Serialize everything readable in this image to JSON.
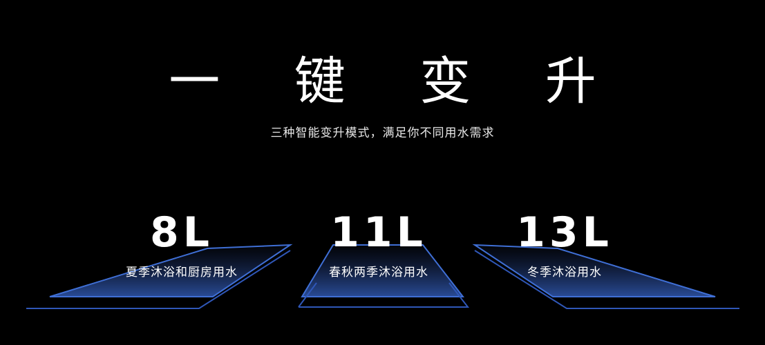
{
  "headline": "一 键 变 升",
  "subtitle": "三种智能变升模式，满足你不同用水需求",
  "modes": [
    {
      "volume": "8L",
      "description": "夏季沐浴和厨房用水"
    },
    {
      "volume": "11L",
      "description": "春秋两季沐浴用水"
    },
    {
      "volume": "13L",
      "description": "冬季沐浴用水"
    }
  ],
  "colors": {
    "background": "#000000",
    "accent": "#3f6fd6"
  }
}
